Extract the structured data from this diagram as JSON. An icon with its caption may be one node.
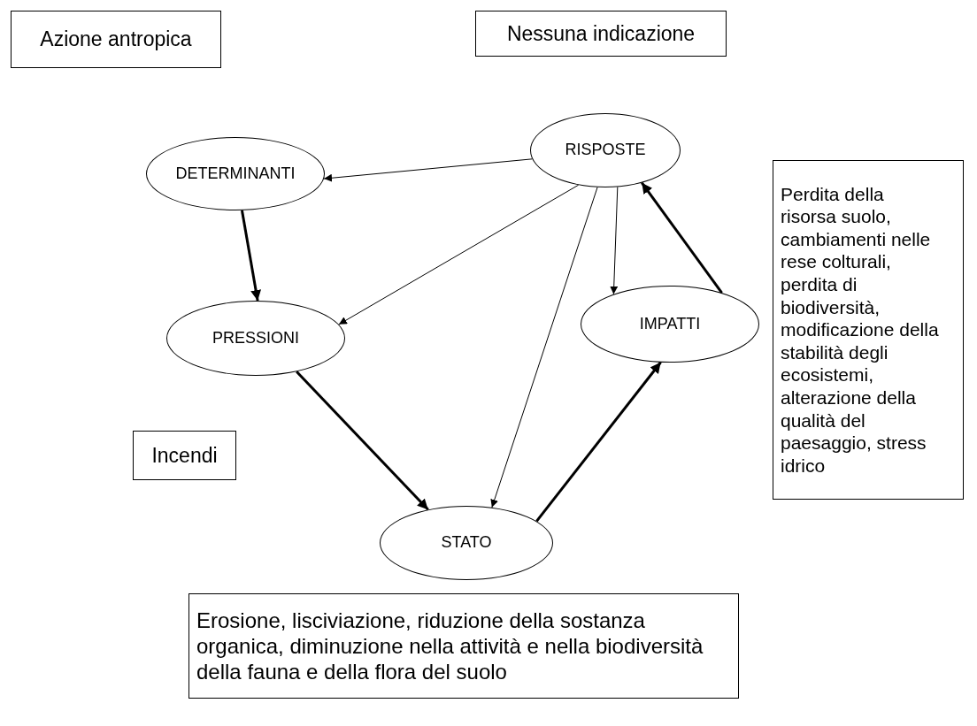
{
  "diagram": {
    "nodes": [
      {
        "text": [
          "Azione antropica"
        ]
      },
      {
        "text": [
          "Nessuna indicazione"
        ]
      },
      {
        "text": [
          "DETERMINANTI"
        ]
      },
      {
        "text": [
          "RISPOSTE"
        ]
      },
      {
        "text": [
          "Perdita della risorsa suolo, cambiamenti nelle rese colturali, perdita di biodiversità, modificazione della stabilità degli ecosistemi, alterazione della qualità del paesaggio, stress idrico"
        ]
      },
      {
        "text": [
          "PRESSIONI"
        ]
      },
      {
        "text": [
          "IMPATTI"
        ]
      },
      {
        "text": [
          "Incendi"
        ]
      },
      {
        "text": [
          "STATO"
        ]
      },
      {
        "text": [
          "Erosione, lisciviazione, riduzione della sostanza organica, diminuzione nella attività e nella biodiversità della fauna e della flora del suolo"
        ]
      }
    ],
    "edges": [
      {
        "from": 3,
        "to": 2,
        "arrow": "to"
      },
      {
        "from": 2,
        "to": 5,
        "arrow": "to",
        "style": "thick"
      },
      {
        "from": 3,
        "to": 5,
        "arrow": "to"
      },
      {
        "from": 3,
        "to": 8,
        "arrow": "to"
      },
      {
        "from": 3,
        "to": 6,
        "arrow": "to"
      },
      {
        "from": 6,
        "to": 3,
        "arrow": "to",
        "style": "thick"
      },
      {
        "from": 5,
        "to": 8,
        "arrow": "to",
        "style": "thick"
      },
      {
        "from": 8,
        "to": 6,
        "arrow": "to",
        "style": "thick"
      }
    ]
  }
}
